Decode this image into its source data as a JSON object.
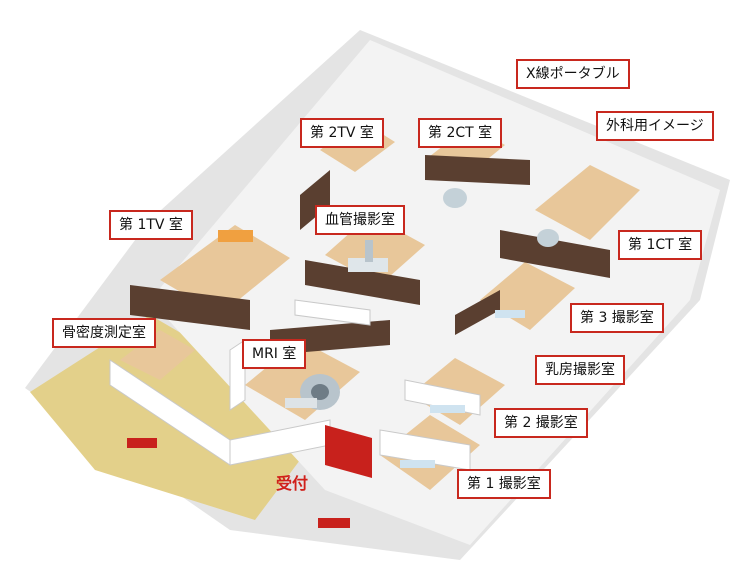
{
  "rooms": {
    "xray_portable": "X線ポータブル",
    "tv2": "第 2TV 室",
    "ct2": "第 2CT 室",
    "surgical_image": "外科用イメージ",
    "tv1": "第 1TV 室",
    "angio": "血管撮影室",
    "ct1": "第 1CT 室",
    "radiography3": "第 3 撮影室",
    "bone_density": "骨密度測定室",
    "mri": "MRI 室",
    "mammography": "乳房撮影室",
    "radiography2": "第 2 撮影室",
    "radiography1": "第 1 撮影室"
  },
  "reception": "受付",
  "colors": {
    "label_border": "#c8281e",
    "reception_text": "#d0201a",
    "floor_wood": "#e8c79a",
    "corridor": "#e3d08a",
    "wall": "#f2f2f2",
    "dark_wall": "#5a3f30"
  }
}
